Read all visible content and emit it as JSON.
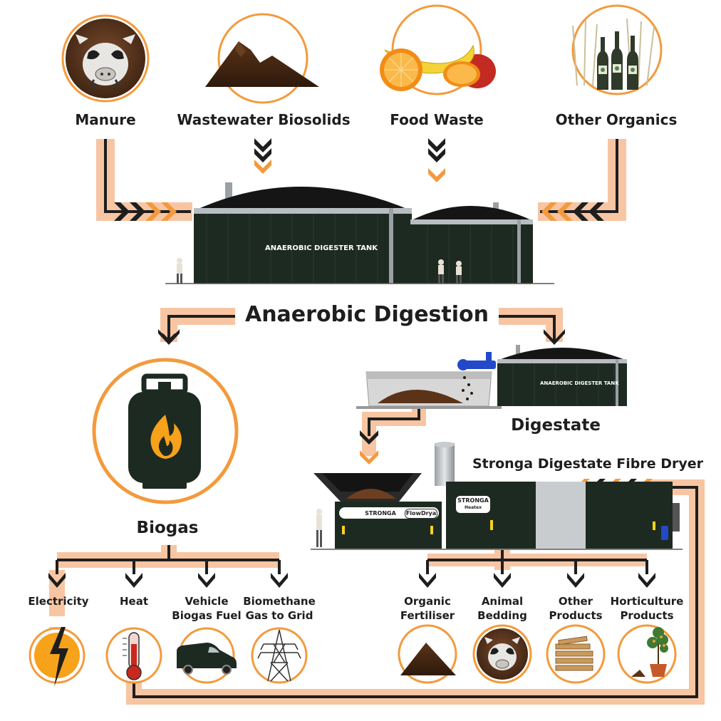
{
  "colors": {
    "accent": "#f39a3c",
    "flow": "#f8c5a3",
    "dark": "#1e1e1e",
    "tank": "#1d2a22",
    "fire": "#f7a21b"
  },
  "inputs": {
    "manure": "Manure",
    "biosolids": "Wastewater Biosolids",
    "food_waste": "Food Waste",
    "other_organics": "Other Organics"
  },
  "tank": {
    "label": "ANAEROBIC DIGESTER TANK",
    "small_label": "ANAEROBIC DIGESTER TANK"
  },
  "process": {
    "title": "Anaerobic Digestion"
  },
  "biogas": {
    "label": "Biogas"
  },
  "digestate": {
    "label": "Digestate"
  },
  "dryer": {
    "title": "Stronga Digestate Fibre Dryer",
    "brand": "STRONGA",
    "model": "FlowDrya",
    "heatex_brand": "STRONGA",
    "heatex_model": "Heatex"
  },
  "biogas_outputs": [
    {
      "l1": "Electricity",
      "l2": ""
    },
    {
      "l1": "Heat",
      "l2": ""
    },
    {
      "l1": "Vehicle",
      "l2": "Biogas Fuel"
    },
    {
      "l1": "Biomethane",
      "l2": "Gas to Grid"
    }
  ],
  "digestate_outputs": [
    {
      "l1": "Organic",
      "l2": "Fertiliser"
    },
    {
      "l1": "Animal",
      "l2": "Bedding"
    },
    {
      "l1": "Other",
      "l2": "Products"
    },
    {
      "l1": "Horticulture",
      "l2": "Products"
    }
  ],
  "icons": [
    "pig-icon",
    "soil-pile-icon",
    "fruit-icon",
    "bottles-wheat-icon",
    "gas-cylinder-icon",
    "lightning-icon",
    "thermometer-icon",
    "van-icon",
    "pylon-icon",
    "wood-planks-icon",
    "potted-tree-icon"
  ]
}
